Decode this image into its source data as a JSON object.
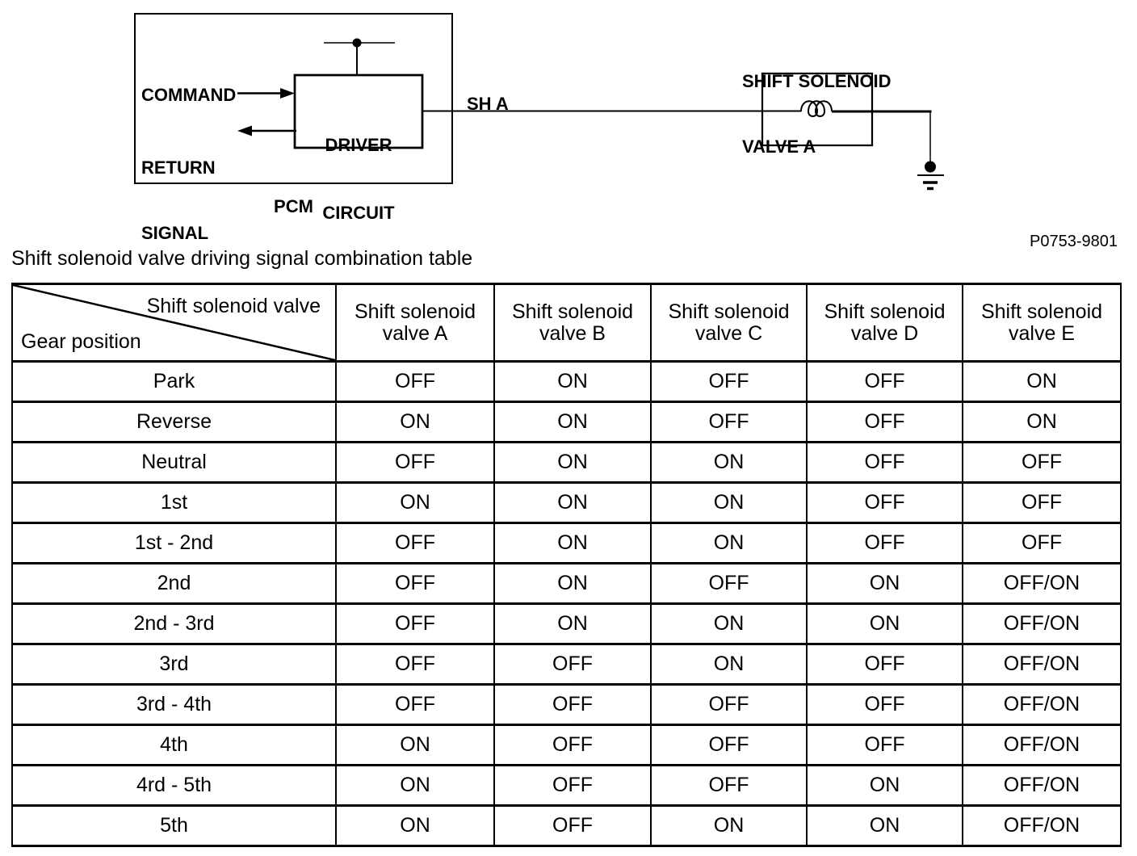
{
  "colors": {
    "ink": "#000000",
    "background": "#ffffff"
  },
  "diagram": {
    "command_label": "COMMAND",
    "return_signal_label_line1": "RETURN",
    "return_signal_label_line2": "SIGNAL",
    "driver_circuit_label_line1": "DRIVER",
    "driver_circuit_label_line2": "CIRCUIT",
    "pcm_label": "PCM",
    "wire_label": "SH A",
    "solenoid_label_line1": "SHIFT SOLENOID",
    "solenoid_label_line2": "VALVE A",
    "figure_code": "P0753-9801",
    "icons": {
      "coil": "inductor-coil-icon",
      "ground": "ground-icon",
      "power_junction": "power-junction-dot-icon"
    }
  },
  "table": {
    "title": "Shift solenoid valve driving signal combination table",
    "corner_top_right": "Shift solenoid valve",
    "corner_bottom_left": "Gear position",
    "columns": [
      {
        "line1": "Shift solenoid",
        "line2": "valve A"
      },
      {
        "line1": "Shift solenoid",
        "line2": "valve B"
      },
      {
        "line1": "Shift solenoid",
        "line2": "valve C"
      },
      {
        "line1": "Shift solenoid",
        "line2": "valve D"
      },
      {
        "line1": "Shift solenoid",
        "line2": "valve E"
      }
    ],
    "rows": [
      {
        "gear": "Park",
        "values": [
          "OFF",
          "ON",
          "OFF",
          "OFF",
          "ON"
        ]
      },
      {
        "gear": "Reverse",
        "values": [
          "ON",
          "ON",
          "OFF",
          "OFF",
          "ON"
        ]
      },
      {
        "gear": "Neutral",
        "values": [
          "OFF",
          "ON",
          "ON",
          "OFF",
          "OFF"
        ]
      },
      {
        "gear": "1st",
        "values": [
          "ON",
          "ON",
          "ON",
          "OFF",
          "OFF"
        ]
      },
      {
        "gear": "1st - 2nd",
        "values": [
          "OFF",
          "ON",
          "ON",
          "OFF",
          "OFF"
        ]
      },
      {
        "gear": "2nd",
        "values": [
          "OFF",
          "ON",
          "OFF",
          "ON",
          "OFF/ON"
        ]
      },
      {
        "gear": "2nd - 3rd",
        "values": [
          "OFF",
          "ON",
          "ON",
          "ON",
          "OFF/ON"
        ]
      },
      {
        "gear": "3rd",
        "values": [
          "OFF",
          "OFF",
          "ON",
          "OFF",
          "OFF/ON"
        ]
      },
      {
        "gear": "3rd - 4th",
        "values": [
          "OFF",
          "OFF",
          "OFF",
          "OFF",
          "OFF/ON"
        ]
      },
      {
        "gear": "4th",
        "values": [
          "ON",
          "OFF",
          "OFF",
          "OFF",
          "OFF/ON"
        ]
      },
      {
        "gear": "4rd - 5th",
        "values": [
          "ON",
          "OFF",
          "OFF",
          "ON",
          "OFF/ON"
        ]
      },
      {
        "gear": "5th",
        "values": [
          "ON",
          "OFF",
          "ON",
          "ON",
          "OFF/ON"
        ]
      }
    ]
  }
}
